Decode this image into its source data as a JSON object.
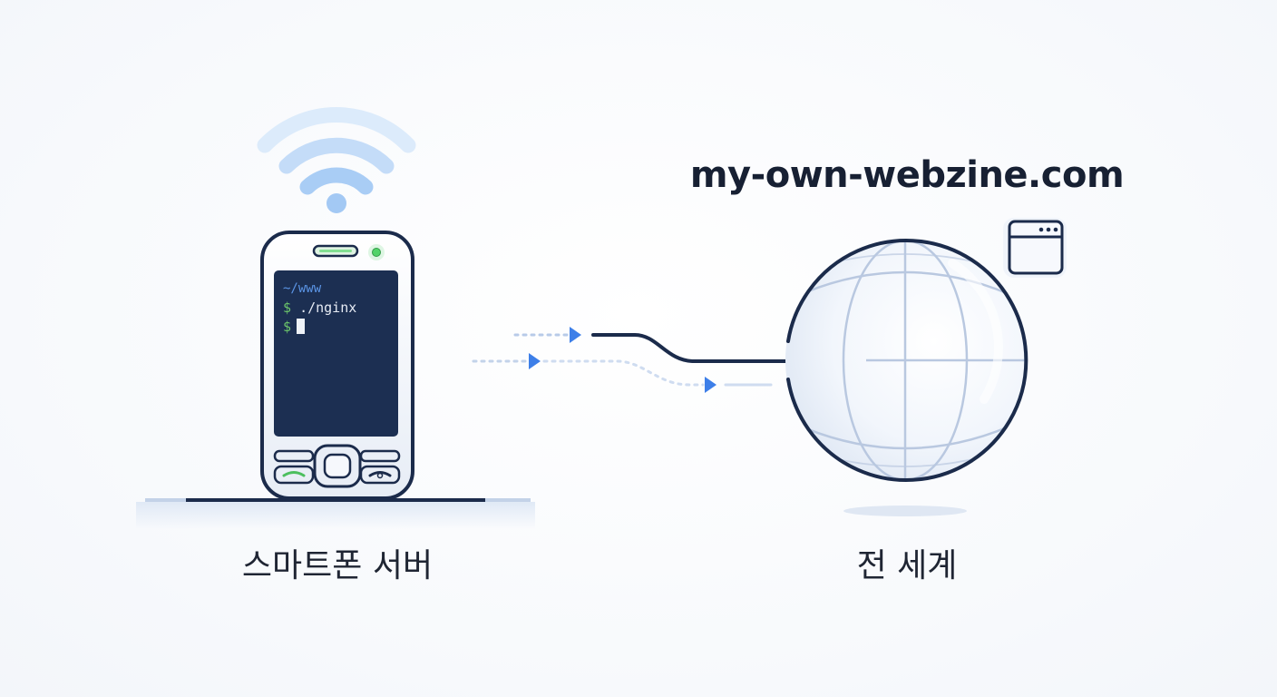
{
  "terminal": {
    "path": "~/www",
    "prompt": "$",
    "command": "./nginx"
  },
  "domain": "my-own-webzine.com",
  "labels": {
    "phone_server": "스마트폰 서버",
    "whole_world": "전 세계"
  },
  "icons": [
    "wifi-icon",
    "smartphone-icon",
    "globe-icon",
    "browser-window-icon",
    "arrow-right-icon"
  ],
  "colors": {
    "navy": "#1b2b4b",
    "screen": "#1c2f52",
    "accent_blue": "#3d7fe8",
    "wifi_blue": "#a9cdf5",
    "led_green": "#52d36a",
    "globe_grid": "#b9c8e0"
  }
}
